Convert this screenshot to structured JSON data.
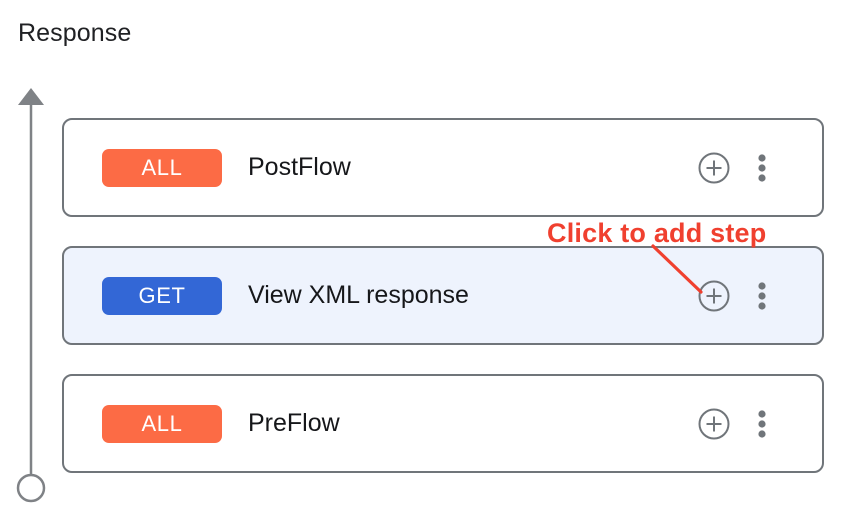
{
  "page": {
    "title": "Response"
  },
  "axis": {
    "name": "flow-direction-arrow",
    "arrowhead_icon": "triangle-up-icon",
    "endpoint_icon": "circle-outline-icon",
    "color": "#7f8286"
  },
  "flow": {
    "rows": [
      {
        "badge": "ALL",
        "badge_type": "all",
        "badge_color": "#fc6b45",
        "label": "PostFlow",
        "selected": false,
        "add_icon": "plus-circle-icon",
        "more_icon": "more-vertical-icon"
      },
      {
        "badge": "GET",
        "badge_type": "get",
        "badge_color": "#3367d6",
        "label": "View XML response",
        "selected": true,
        "add_icon": "plus-circle-icon",
        "more_icon": "more-vertical-icon"
      },
      {
        "badge": "ALL",
        "badge_type": "all",
        "badge_color": "#fc6b45",
        "label": "PreFlow",
        "selected": false,
        "add_icon": "plus-circle-icon",
        "more_icon": "more-vertical-icon"
      }
    ]
  },
  "callout": {
    "text": "Click to add step",
    "color": "#f0402f"
  },
  "colors": {
    "card_border": "#70757a",
    "selected_row_background": "#eef3fd",
    "icon_gray": "#70757a",
    "text": "#202124"
  }
}
